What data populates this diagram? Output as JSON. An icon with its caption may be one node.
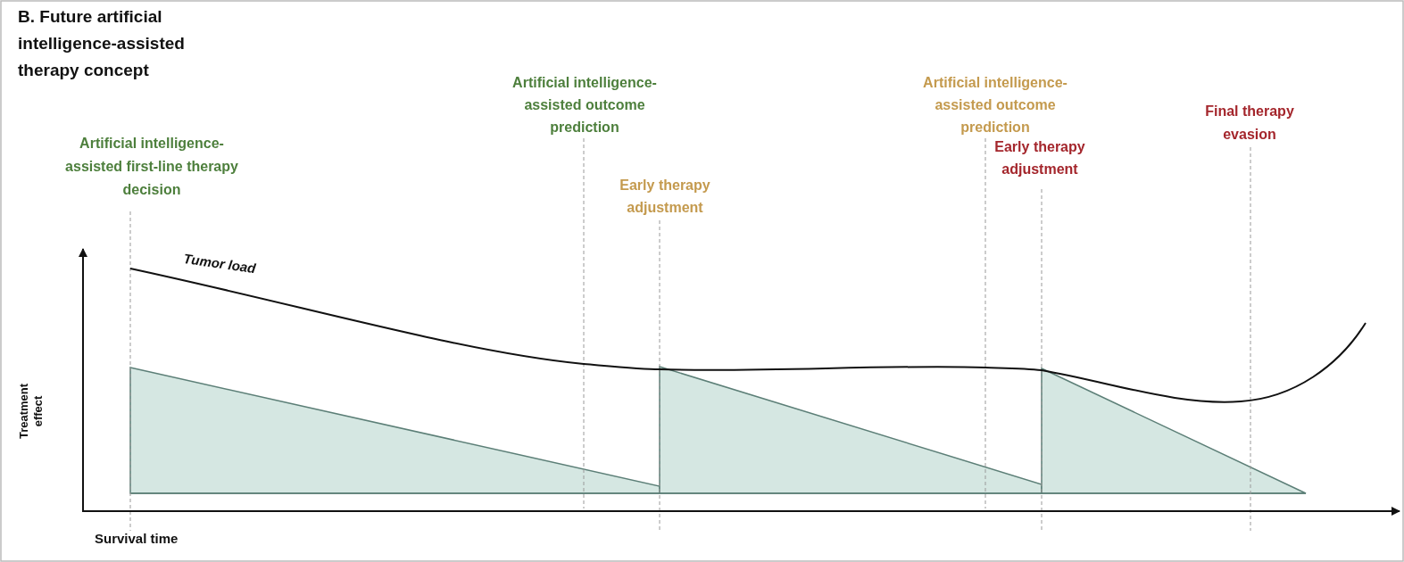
{
  "diagram": {
    "labels": [
      "B. Future artificial intelligence-assisted therapy concept",
      "Artificial intelligence-assisted outcome prediction",
      "Artificial intelligence-assisted outcome prediction",
      "Final therapy evasion",
      "Artificial intelligence-assisted first-line therapy decision",
      "Early therapy adjustment",
      "Early therapy adjustment",
      "Tumor load",
      "Treatment effect",
      "Survival time"
    ]
  }
}
